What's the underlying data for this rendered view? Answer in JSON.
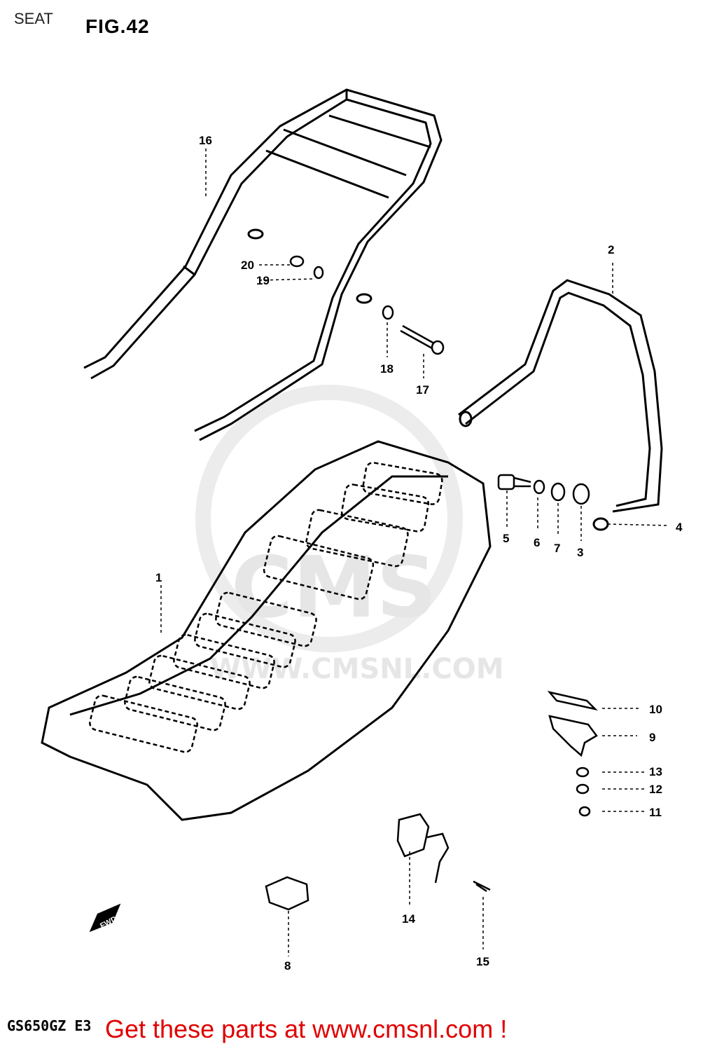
{
  "header": {
    "section": "SEAT",
    "figure": "FIG.42"
  },
  "footer": {
    "model": "GS650GZ E3",
    "cta": "Get these parts at www.cmsnl.com !"
  },
  "watermark": {
    "brand": "CMS",
    "url": "WWW.CMSNL.COM"
  },
  "fwd_label": "FWD",
  "callouts": [
    "1",
    "2",
    "3",
    "4",
    "5",
    "6",
    "7",
    "8",
    "9",
    "10",
    "11",
    "12",
    "13",
    "14",
    "15",
    "16",
    "17",
    "18",
    "19",
    "20"
  ],
  "colors": {
    "line": "#000000",
    "cta": "#e00000",
    "watermark": "#e6e6e6"
  }
}
